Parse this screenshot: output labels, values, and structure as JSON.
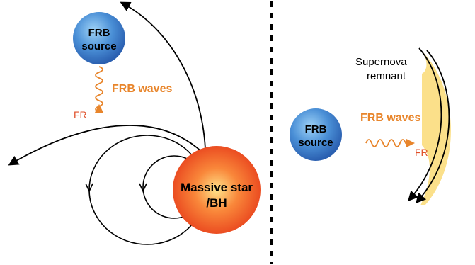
{
  "left_panel": {
    "source_label_line1": "FRB",
    "source_label_line2": "source",
    "waves_label": "FRB waves",
    "fr_label": "FR",
    "star_label_line1": "Massive star",
    "star_label_line2": "/BH"
  },
  "right_panel": {
    "remnant_label_line1": "Supernova",
    "remnant_label_line2": "remnant",
    "source_label_line1": "FRB",
    "source_label_line2": "source",
    "waves_label": "FRB waves",
    "fr_label": "FR"
  },
  "colors": {
    "source_blue": "#2f6fc4",
    "wave_orange": "#e8852b",
    "fr_red": "#e0502a",
    "star_red": "#ee4a20",
    "star_glow": "#ffd36a",
    "remnant_yellow": "#fbe08a",
    "line_black": "#000000"
  }
}
